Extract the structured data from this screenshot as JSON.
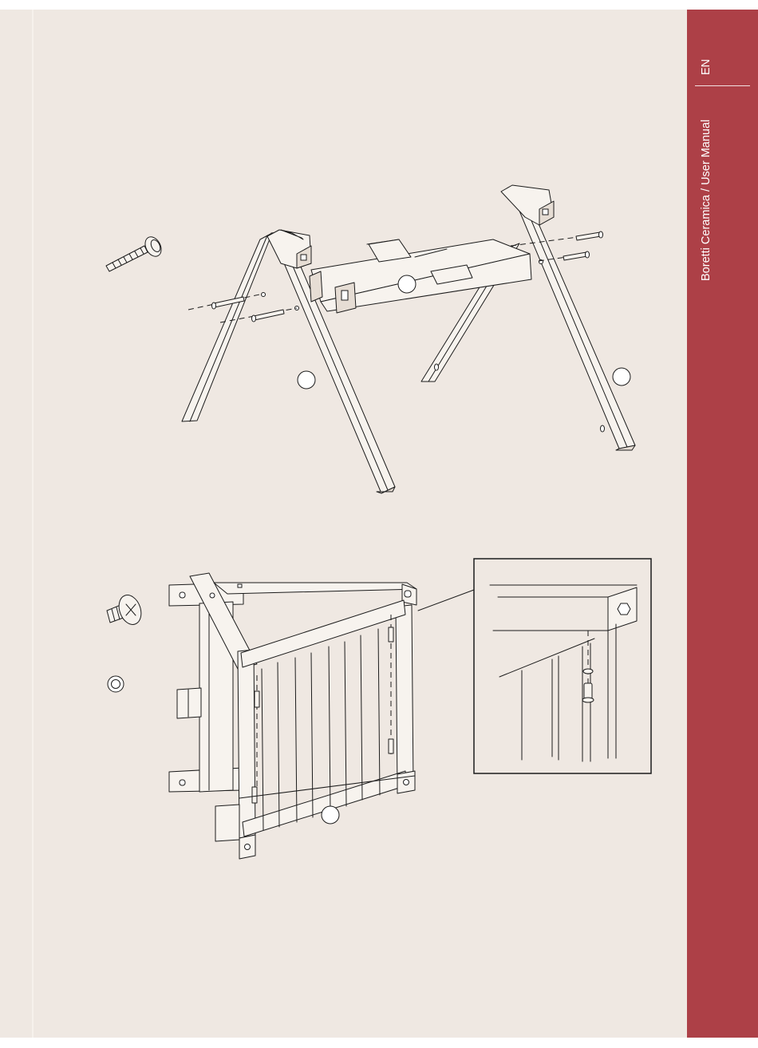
{
  "sidebar": {
    "language": "EN",
    "title": "Boretti Ceramica / User Manual"
  },
  "colors": {
    "page_background": "#efe8e2",
    "sidebar_accent": "#ad4047",
    "line_art": "#1c1c1c"
  },
  "figures": [
    {
      "name": "step-1-frame-and-crossbar",
      "callouts": 3,
      "hardware": [
        "bolt-icon",
        "washer-icon"
      ]
    },
    {
      "name": "step-2-side-panel",
      "callouts": 1,
      "hardware": [
        "screw-icon",
        "washer-icon"
      ],
      "has_detail_inset": true
    }
  ]
}
